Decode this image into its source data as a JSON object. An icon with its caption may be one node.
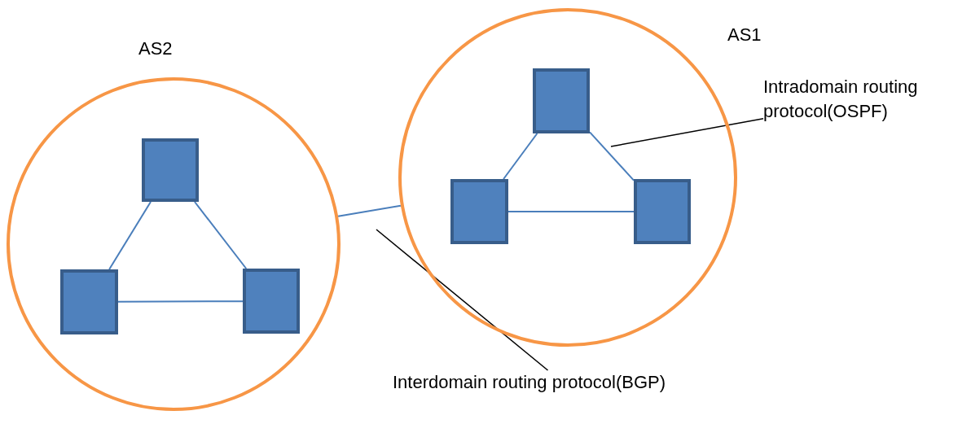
{
  "diagram": {
    "nodes": [
      {
        "text": [
          "AS2"
        ]
      },
      {
        "text": [],
        "shape": "box",
        "in": 0
      },
      {
        "text": [],
        "shape": "box",
        "in": 0
      },
      {
        "text": [],
        "shape": "box",
        "in": 0
      },
      {
        "text": [
          "AS1"
        ]
      },
      {
        "text": [],
        "shape": "box",
        "in": 4
      },
      {
        "text": [],
        "shape": "box",
        "in": 4
      },
      {
        "text": [],
        "shape": "box",
        "in": 4
      },
      {
        "text": [
          "Intradomain routing protocol(OSPF)"
        ]
      },
      {
        "text": [
          "Interdomain routing protocol(BGP)"
        ]
      }
    ],
    "edges": [
      {
        "from": 1,
        "to": 2,
        "arrow": "none"
      },
      {
        "from": 1,
        "to": 3,
        "arrow": "none"
      },
      {
        "from": 2,
        "to": 3,
        "arrow": "none"
      },
      {
        "from": 5,
        "to": 6,
        "arrow": "none"
      },
      {
        "from": 5,
        "to": 7,
        "arrow": "none"
      },
      {
        "from": 6,
        "to": 7,
        "arrow": "none"
      },
      {
        "from": 0,
        "to": 4,
        "arrow": "none"
      },
      {
        "from": 8,
        "to": null,
        "arrow": "none",
        "color": "#000000"
      },
      {
        "from": 9,
        "to": null,
        "arrow": "none",
        "color": "#000000"
      }
    ]
  }
}
